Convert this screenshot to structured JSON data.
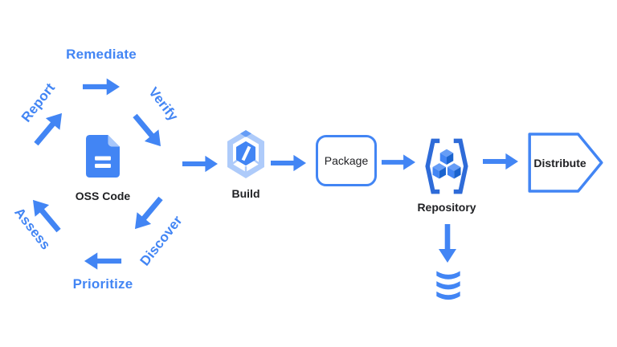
{
  "diagram": {
    "cycle": {
      "steps": [
        "Remediate",
        "Verify",
        "Discover",
        "Prioritize",
        "Assess",
        "Report"
      ],
      "center_label": "OSS Code"
    },
    "pipeline": {
      "build_label": "Build",
      "package_label": "Package",
      "repository_label": "Repository",
      "distribute_label": "Distribute"
    },
    "colors": {
      "accent_blue": "#4285F4",
      "bracket_blue": "#2E6BD8",
      "light_blue": "#AECBFA",
      "mid_blue": "#669DF6",
      "dark_blue": "#1A63CE",
      "label_dark": "#202124",
      "background": "#FFFFFF"
    }
  }
}
